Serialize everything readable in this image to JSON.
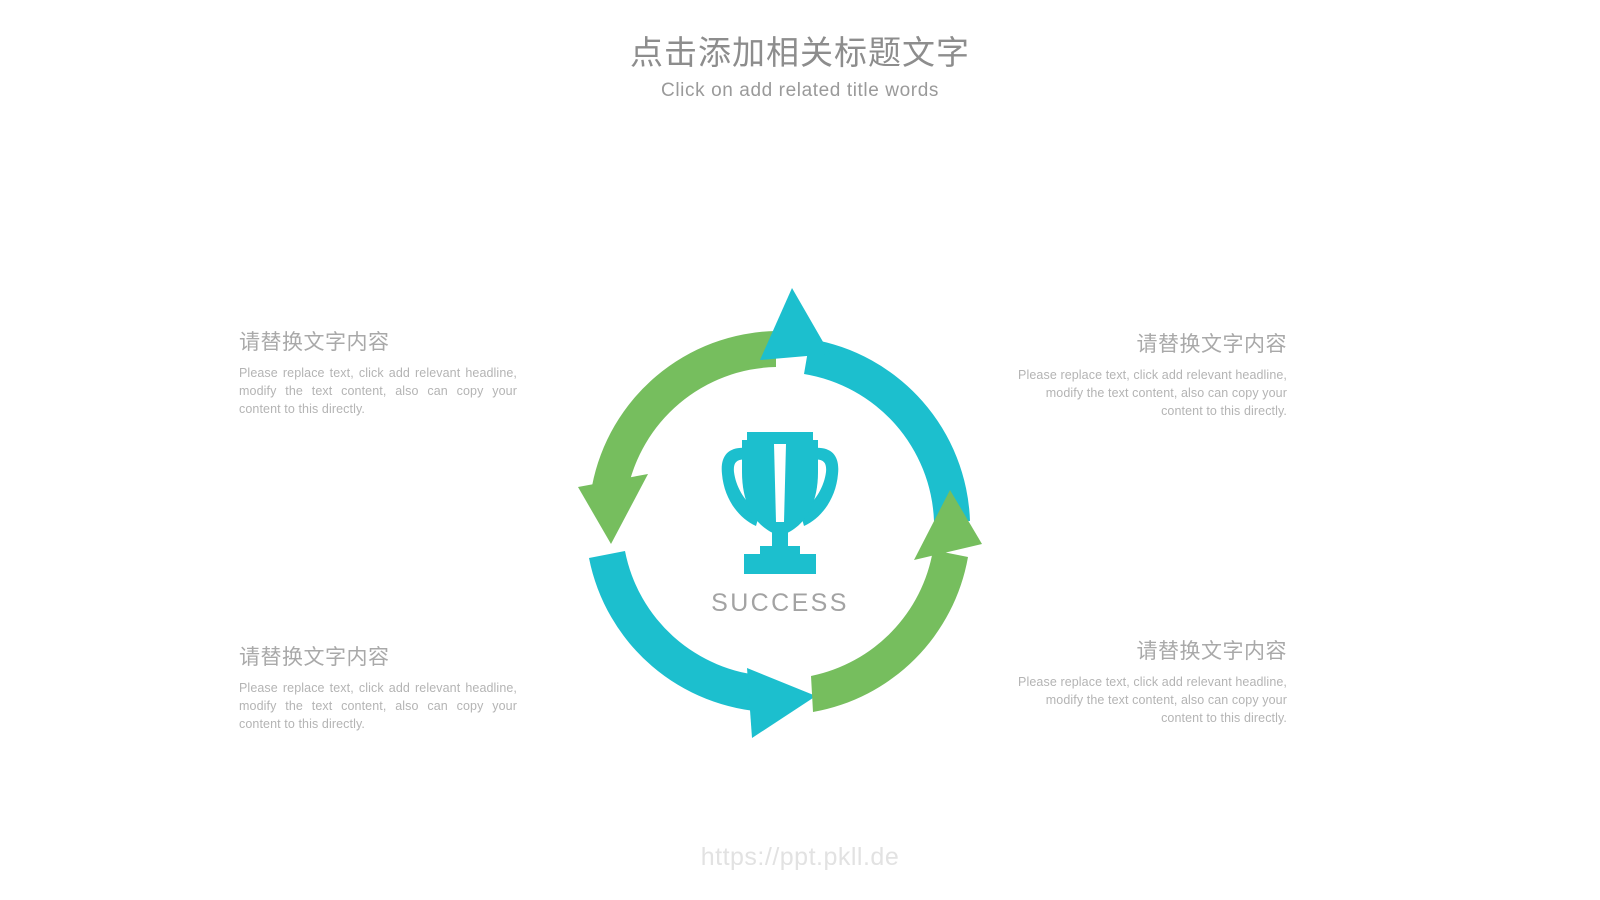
{
  "header": {
    "title_cn": "点击添加相关标题文字",
    "title_en": "Click on add related title words"
  },
  "diagram": {
    "center_label": "SUCCESS",
    "center_icon": "trophy-icon",
    "colors": {
      "cyan": "#1CBFCE",
      "green": "#76BE5E",
      "title_gray": "#8d8d8d",
      "body_gray": "#b4b4b4",
      "heading_gray": "#a9a9a9",
      "footer_gray": "#e2e2e2"
    },
    "arrows": [
      {
        "id": "arrow-top-left",
        "color": "#76BE5E",
        "direction": "counterclockwise-down-left",
        "quadrant": "top-left"
      },
      {
        "id": "arrow-top-right",
        "color": "#1CBFCE",
        "direction": "counterclockwise-up-left",
        "quadrant": "top-right"
      },
      {
        "id": "arrow-bottom-left",
        "color": "#1CBFCE",
        "direction": "clockwise-down-right",
        "quadrant": "bottom-left"
      },
      {
        "id": "arrow-bottom-right",
        "color": "#76BE5E",
        "direction": "clockwise-up-right",
        "quadrant": "bottom-right"
      }
    ]
  },
  "text_blocks": [
    {
      "id": "top-left",
      "heading": "请替换文字内容",
      "body": "Please replace text, click add relevant headline, modify the text content, also can copy your content to this directly."
    },
    {
      "id": "top-right",
      "heading": "请替换文字内容",
      "body": "Please replace text, click add relevant headline, modify the text content, also can copy your content to this directly."
    },
    {
      "id": "bottom-left",
      "heading": "请替换文字内容",
      "body": "Please replace text, click add relevant headline, modify the text content, also can copy your content to this directly."
    },
    {
      "id": "bottom-right",
      "heading": "请替换文字内容",
      "body": "Please replace text, click add relevant headline, modify the text content, also can copy your content to this directly."
    }
  ],
  "footer": {
    "url": "https://ppt.pkll.de"
  }
}
